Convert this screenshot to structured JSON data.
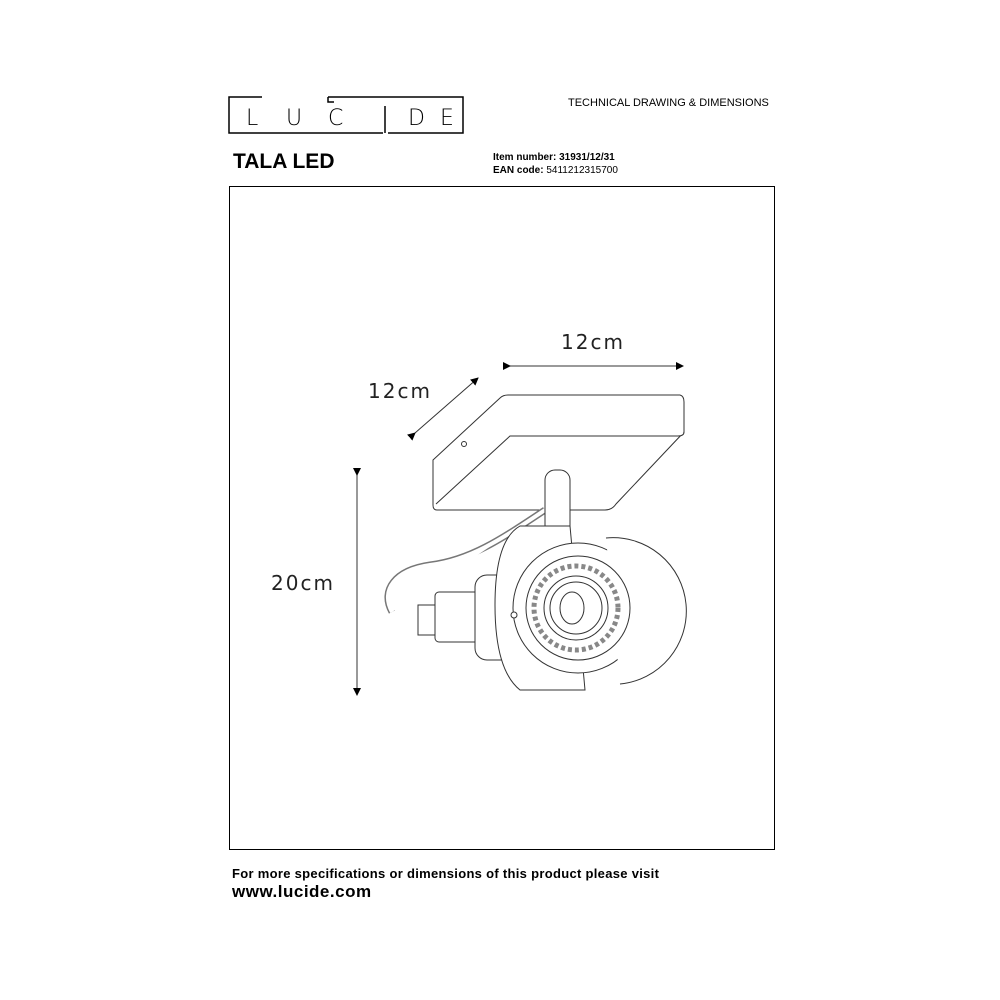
{
  "logo": {
    "text": "LUCIDE"
  },
  "header": {
    "doc_type": "TECHNICAL DRAWING & DIMENSIONS"
  },
  "product": {
    "name": "TALA LED",
    "item_label": "Item number:",
    "item_number": "31931/12/31",
    "ean_label": "EAN code:",
    "ean_code": "5411212315700"
  },
  "dimensions": {
    "width": "12cm",
    "depth": "12cm",
    "height": "20cm"
  },
  "footer": {
    "text": "For more specifications or dimensions of this product please visit",
    "url": "www.lucide.com"
  }
}
